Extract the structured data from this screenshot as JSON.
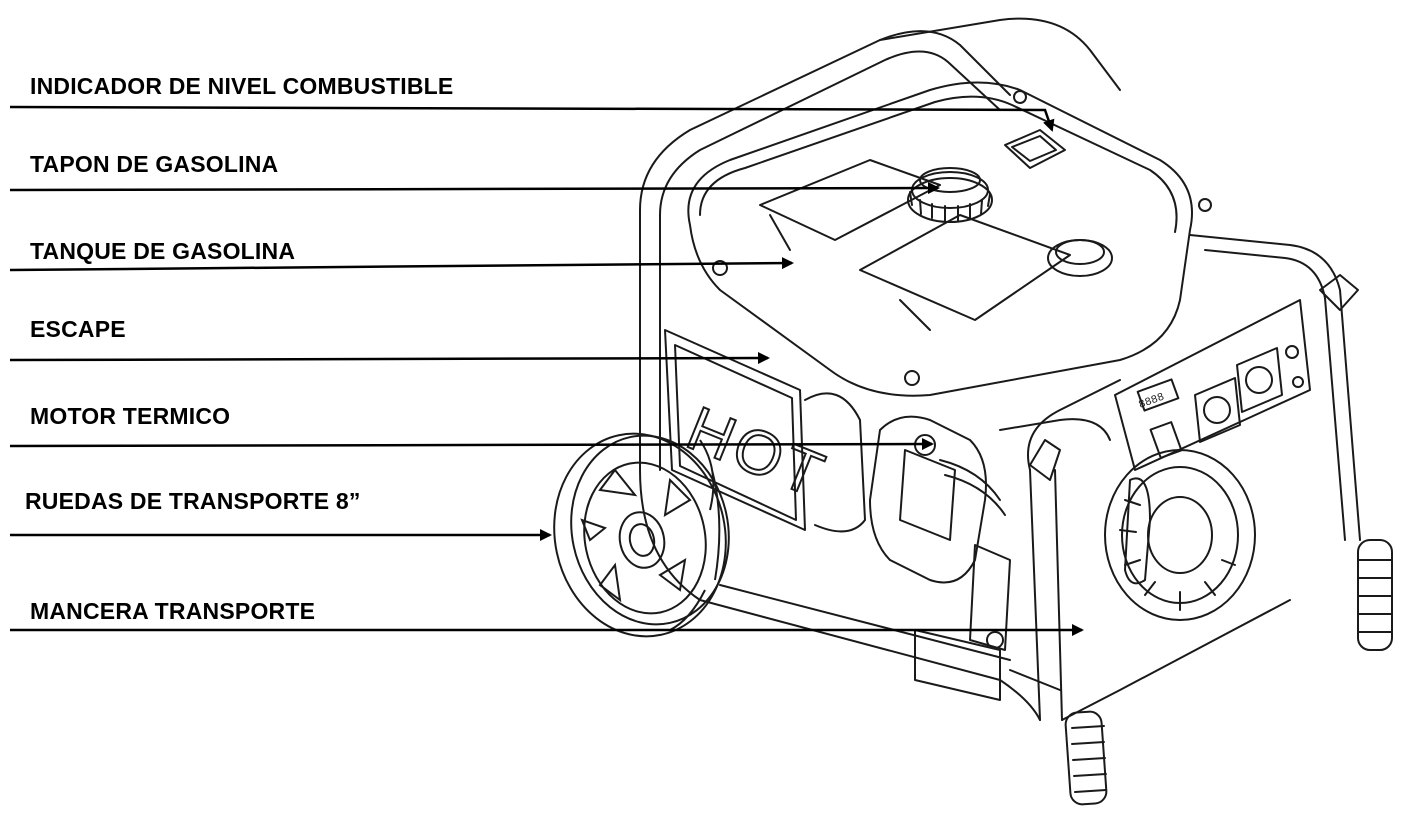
{
  "labels": [
    "INDICADOR DE NIVEL COMBUSTIBLE",
    "TAPON DE GASOLINA",
    "TANQUE DE GASOLINA",
    "ESCAPE",
    "MOTOR TERMICO",
    "RUEDAS DE TRANSPORTE 8”",
    "MANCERA TRANSPORTE"
  ],
  "drawing": {
    "panel_text": "HOT",
    "meter_text": "8888"
  },
  "colors": {
    "line": "#000000",
    "drawing_stroke": "#1a1a1a",
    "background": "#ffffff"
  }
}
